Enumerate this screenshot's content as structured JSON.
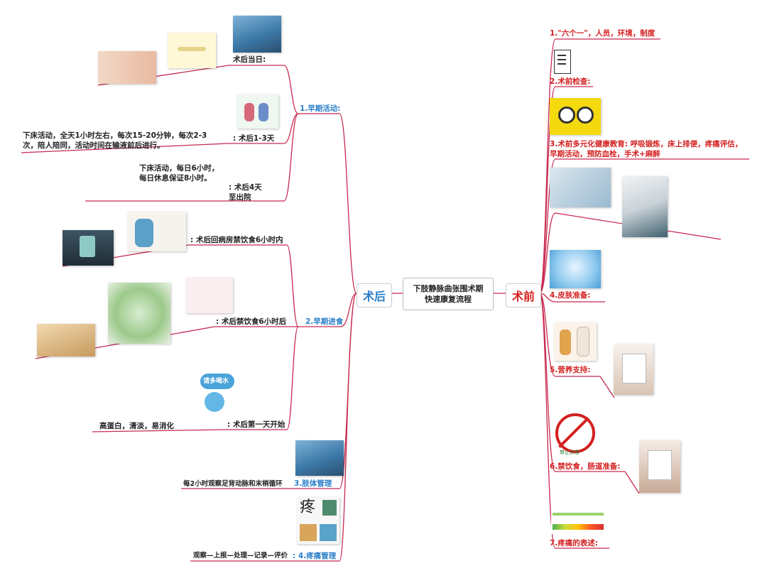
{
  "center": {
    "line1": "下肢静脉曲张围术期",
    "line2": "快速康复流程"
  },
  "left_hub": "术后",
  "right_hub": "术前",
  "left": {
    "b1": {
      "title": "1.早期活动:",
      "day0": "术后当日:",
      "day13": ": 术后1-3天",
      "day13_desc": "下床活动，全天1小时左右，每次15-20分钟，每次2-3次，陪人陪同，活动时间在输液前后进行。",
      "day4": ": 术后4天\n至出院",
      "day4_desc": "下床活动，每日6小时，\n每日休息保证8小时。"
    },
    "b2": {
      "title": "2.早期进食",
      "item1": ": 术后回病房禁饮食6小时内",
      "item2": ": 术后禁饮食6小时后",
      "item3": ": 术后第一天开始",
      "item3_desc": "高蛋白，清淡，易消化",
      "water_sign": "请多喝水"
    },
    "b3": {
      "title": "3.肢体管理",
      "desc": "每2小时观察足背动脉和末梢循环"
    },
    "b4": {
      "title": ": 4.疼痛管理",
      "desc": "观察—上报—处理—记录—评价",
      "glyph": "疼"
    }
  },
  "right": {
    "r1": "1.\"六个一\"，人员，环境，制度",
    "r2": "2.术前检查:",
    "r3": "3.术前多元化健康教育: 呼吸锻炼，床上排便，疼痛评估，早期活动，预防血栓，手术+麻醉",
    "r4": "4.皮肤准备:",
    "r5": "5.营养支持:",
    "r6": "6.禁饮食，肠道准备:",
    "r7": "7.疼痛的表述:",
    "no_food_sign": "禁止饮食"
  },
  "colors": {
    "line": "#c7294f",
    "blue": "#2a7fc9",
    "red": "#d42020"
  }
}
